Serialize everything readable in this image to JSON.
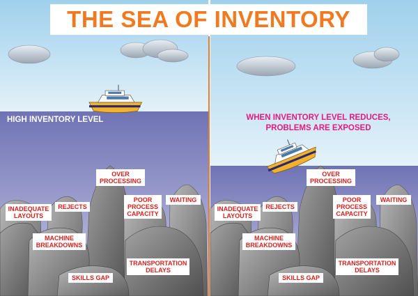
{
  "title": "THE SEA OF INVENTORY",
  "left_panel": {
    "water_label": "HIGH INVENTORY LEVEL"
  },
  "right_panel": {
    "caption": "WHEN INVENTORY LEVEL REDUCES,\nPROBLEMS ARE EXPOSED"
  },
  "problems": {
    "over_processing": "OVER\nPROCESSING",
    "inadequate_layouts": "INADEQUATE\nLAYOUTS",
    "rejects": "REJECTS",
    "poor_process_capacity": "POOR\nPROCESS\nCAPACITY",
    "waiting": "WAITING",
    "machine_breakdowns": "MACHINE\nBREAKDOWNS",
    "transportation_delays": "TRANSPORTATION\nDELAYS",
    "skills_gap": "SKILLS GAP"
  },
  "colors": {
    "title": "#f07a22",
    "divider": "#e87b2c",
    "problem_text": "#d6221e",
    "caption": "#e6197d",
    "sky": "#c5e3f3",
    "water": "#7d80bd",
    "rock": "#8a8a8a",
    "boat_hull": "#f2b12d"
  }
}
